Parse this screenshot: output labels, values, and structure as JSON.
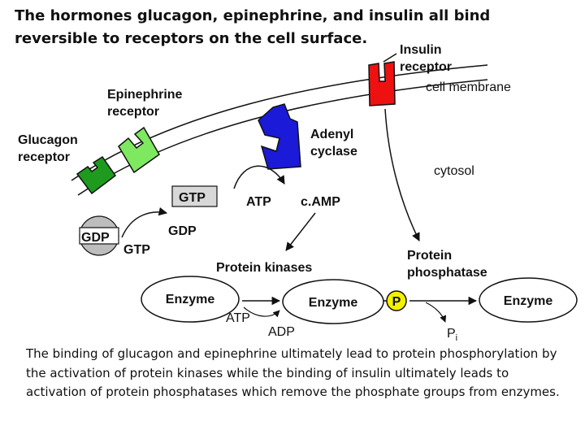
{
  "title": "The hormones glucagon, epinephrine, and insulin all bind reversible to receptors on the cell surface.",
  "caption": "The binding of glucagon and epinephrine ultimately lead to protein phosphorylation by the activation of protein kinases while the binding of insulin ultimately leads to activation of protein phosphatases which remove the phosphate groups from enzymes.",
  "diagram": {
    "insulin_receptor_line1": "Insulin",
    "insulin_receptor_line2": "receptor",
    "cell_membrane": "cell membrane",
    "epinephrine_receptor_line1": "Epinephrine",
    "epinephrine_receptor_line2": "receptor",
    "glucagon_receptor_line1": "Glucagon",
    "glucagon_receptor_line2": "receptor",
    "adenyl_cyclase_line1": "Adenyl",
    "adenyl_cyclase_line2": "cyclase",
    "cytosol": "cytosol",
    "gtp_box": "GTP",
    "atp_top": "ATP",
    "camp": "c.AMP",
    "gdp_circle": "GDP",
    "gdp_label": "GDP",
    "gtp_label": "GTP",
    "protein_kinases": "Protein kinases",
    "protein_phosphatase_line1": "Protein",
    "protein_phosphatase_line2": "phosphatase",
    "enzyme_left": "Enzyme",
    "enzyme_middle": "Enzyme",
    "enzyme_right": "Enzyme",
    "phosphate": "P",
    "atp_bottom": "ATP",
    "adp_bottom": "ADP",
    "pi_main": "P",
    "pi_sub": "i"
  },
  "colors": {
    "glucagon_receptor": "#1e9a1e",
    "epinephrine_receptor": "#7ee860",
    "adenyl_cyclase": "#1a1ad8",
    "insulin_receptor": "#ee1111",
    "phosphate": "#f4f000",
    "gtp_box": "#d8d8d8",
    "gdp_circle": "#bdbdbd"
  }
}
